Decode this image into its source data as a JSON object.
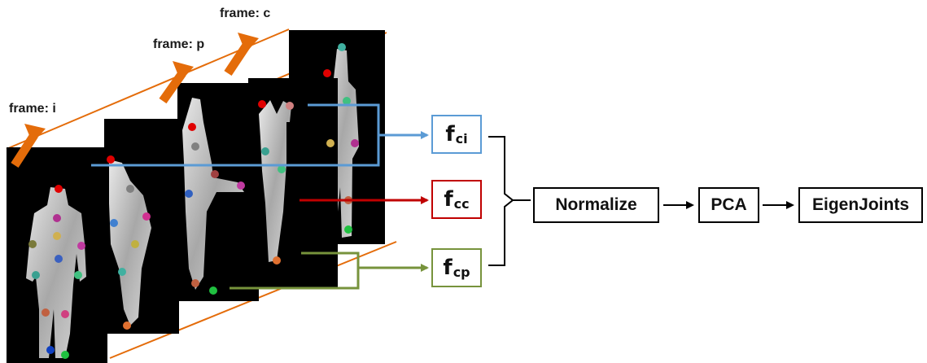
{
  "frame_labels": {
    "i": "frame: i",
    "p": "frame: p",
    "c": "frame: c"
  },
  "features": {
    "ci": {
      "f": "f",
      "sub": "ci",
      "color": "#5b9bd5"
    },
    "cc": {
      "f": "f",
      "sub": "cc",
      "color": "#c00000"
    },
    "cp": {
      "f": "f",
      "sub": "cp",
      "color": "#77933c"
    }
  },
  "pipeline": {
    "normalize": "Normalize",
    "pca": "PCA",
    "eigenjoints": "EigenJoints"
  },
  "colors": {
    "time_arrow": "#e46c0a",
    "orange_line": "#e46c0a",
    "frame_bg": "#000000",
    "body": "#bdbdbd"
  }
}
